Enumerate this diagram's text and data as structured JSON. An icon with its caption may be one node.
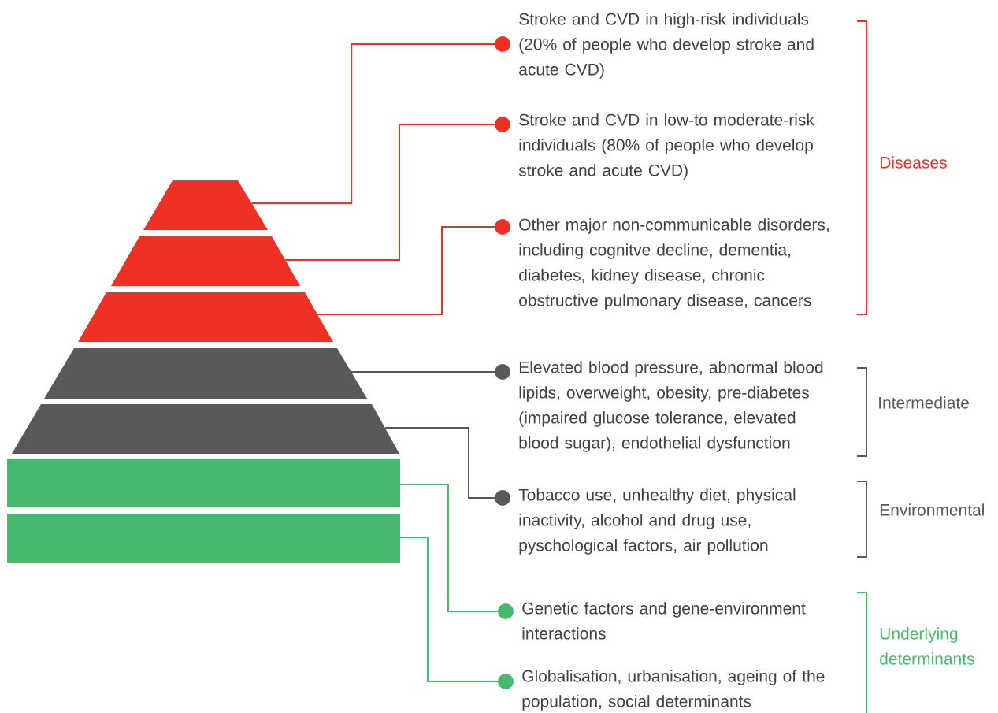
{
  "diagram": {
    "nodes": [
      {
        "text": [],
        "shape": "trapezoid"
      },
      {
        "text": [],
        "shape": "trapezoid"
      },
      {
        "text": [],
        "shape": "trapezoid"
      },
      {
        "text": [],
        "shape": "trapezoid"
      },
      {
        "text": [],
        "shape": "trapezoid"
      },
      {
        "text": [],
        "shape": "bar"
      },
      {
        "text": [],
        "shape": "bar"
      },
      {
        "text": [
          "Stroke and CVD in high-risk individuals (20% of people who develop stroke and acute CVD)"
        ]
      },
      {
        "text": [
          "Stroke and CVD in low-to moderate-risk individuals (80% of people who develop stroke and acute CVD)"
        ]
      },
      {
        "text": [
          "Other major non-communicable disorders, including cognitve decline, dementia, diabetes, kidney disease, chronic obstructive pulmonary disease, cancers"
        ]
      },
      {
        "text": [
          "Elevated blood pressure, abnormal blood lipids, overweight, obesity, pre-diabetes (impaired glucose tolerance, elevated blood sugar), endothelial dysfunction"
        ]
      },
      {
        "text": [
          "Tobacco use, unhealthy diet, physical inactivity, alcohol and drug use, pyschological factors, air pollution"
        ]
      },
      {
        "text": [
          "Genetic factors and gene-environment interactions"
        ]
      },
      {
        "text": [
          "Globalisation, urbanisation, ageing of the population, social determinants"
        ]
      }
    ],
    "edges": [
      {
        "from": 0,
        "to": 7,
        "arrow": "other"
      },
      {
        "from": 1,
        "to": 8,
        "arrow": "other"
      },
      {
        "from": 2,
        "to": 9,
        "arrow": "other"
      },
      {
        "from": 3,
        "to": 10,
        "arrow": "other",
        "color": "#58595b"
      },
      {
        "from": 4,
        "to": 11,
        "arrow": "other",
        "color": "#58595b"
      },
      {
        "from": 5,
        "to": 12,
        "arrow": "other",
        "color": "#46b96e"
      },
      {
        "from": 6,
        "to": 13,
        "arrow": "other",
        "color": "#46b96e"
      }
    ],
    "labels": [
      "Diseases",
      "Intermediate",
      "Environmental",
      "Underlying determinants"
    ]
  }
}
